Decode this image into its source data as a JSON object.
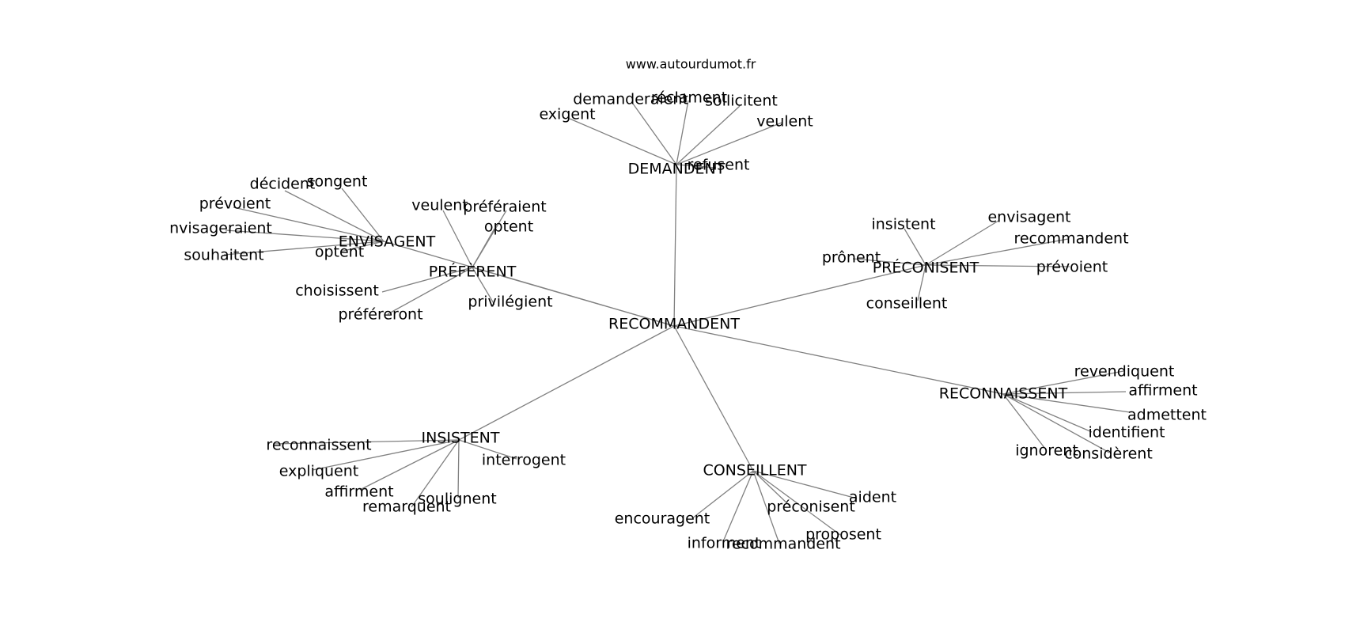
{
  "site_url": "www.autourdumot.fr",
  "center": "RECOMMANDENT",
  "groups": [
    {
      "hub": "DEMANDENT",
      "words": [
        "exigent",
        "demanderaient",
        "réclament",
        "sollicitent",
        "veulent",
        "refusent"
      ]
    },
    {
      "hub": "PRÉFÈRENT",
      "words": [
        "veulent",
        "préféraient",
        "optent",
        "choisissent",
        "préféreront",
        "privilégient"
      ]
    },
    {
      "hub": "ENVISAGENT",
      "words": [
        "décident",
        "songent",
        "prévoient",
        "nvisageraient",
        "souhaitent",
        "optent"
      ]
    },
    {
      "hub": "PRÉCONISENT",
      "words": [
        "insistent",
        "envisagent",
        "recommandent",
        "prônent",
        "prévoient",
        "conseillent"
      ]
    },
    {
      "hub": "RECONNAISSENT",
      "words": [
        "revendiquent",
        "affirment",
        "admettent",
        "identifient",
        "ignorent",
        "considèrent"
      ]
    },
    {
      "hub": "INSISTENT",
      "words": [
        "reconnaissent",
        "interrogent",
        "expliquent",
        "affirment",
        "remarquent",
        "soulignent"
      ]
    },
    {
      "hub": "CONSEILLENT",
      "words": [
        "aident",
        "préconisent",
        "encouragent",
        "proposent",
        "informent",
        "recommandent"
      ]
    }
  ]
}
